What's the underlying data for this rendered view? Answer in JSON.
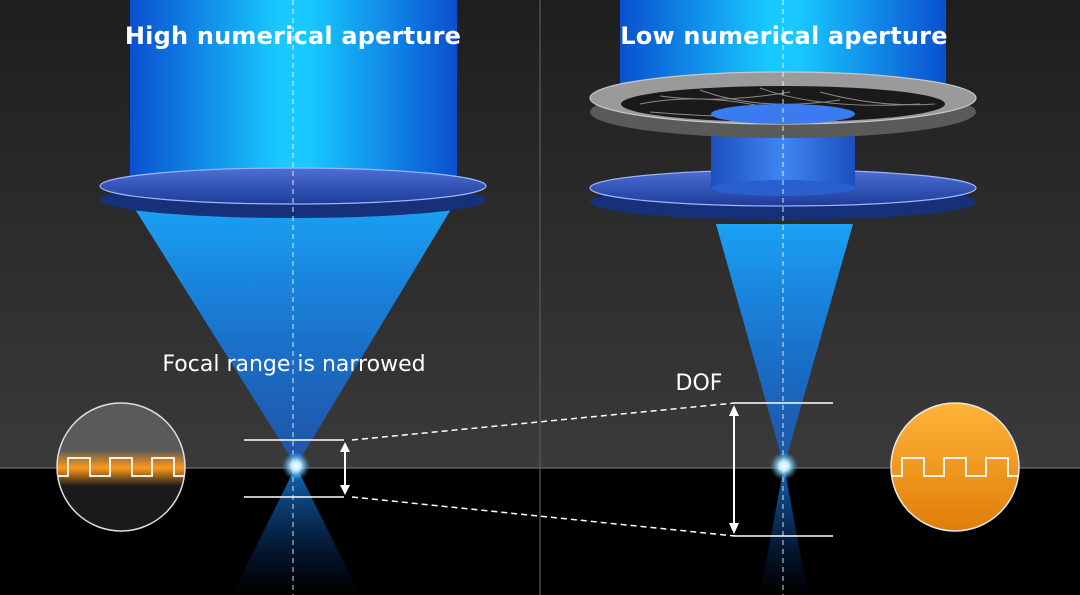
{
  "panels": {
    "left": {
      "title": "High numerical aperture",
      "note": "Focal range is narrowed"
    },
    "right": {
      "title": "Low numerical aperture",
      "dof_label": "DOF"
    }
  },
  "colors": {
    "beam": "#1fb0ff",
    "lens": "#3b5fc4",
    "diaphragm": "#8a8a8a",
    "sample": "#f39a1a",
    "background": "#2a2a2a"
  },
  "icons": {
    "left_inset": "surface-profile-icon",
    "right_inset": "surface-profile-icon"
  }
}
